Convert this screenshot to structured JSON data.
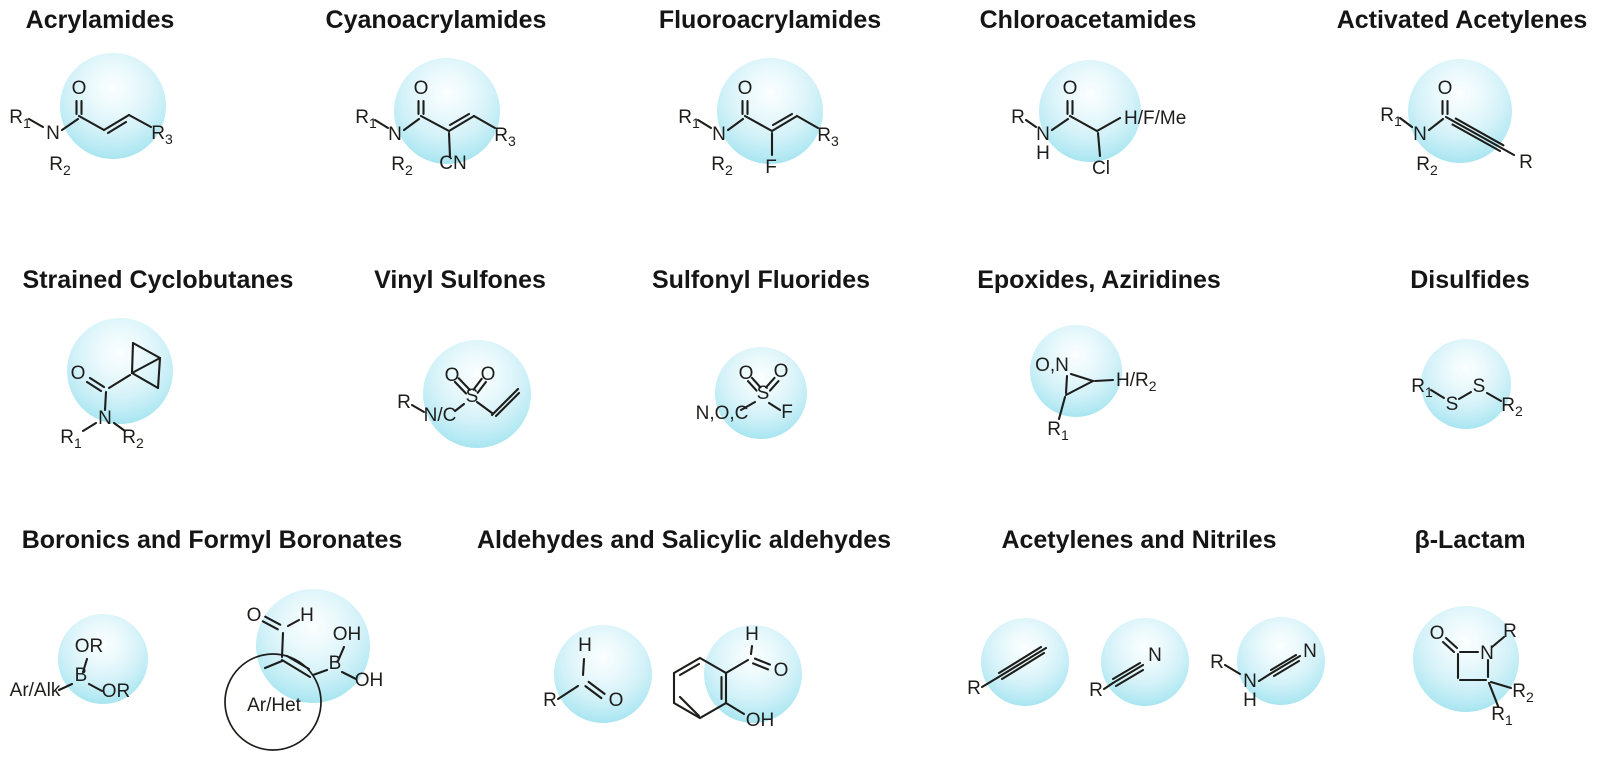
{
  "figure": {
    "background": "#ffffff",
    "sphere_colors": {
      "highlight": "#fbfeff",
      "mid": "#d2f1f8",
      "edge": "#9ce1ee"
    },
    "bond_color": "#1d1d1b"
  },
  "panels": [
    {
      "title": "Acrylamides",
      "labels": {
        "r1": "R",
        "r1_sub": "1",
        "n": "N",
        "r2": "R",
        "r2_sub": "2",
        "o": "O",
        "r3": "R",
        "r3_sub": "3"
      }
    },
    {
      "title": "Cyanoacrylamides",
      "labels": {
        "r1": "R",
        "r1_sub": "1",
        "n": "N",
        "r2": "R",
        "r2_sub": "2",
        "o": "O",
        "cn": "CN",
        "r3": "R",
        "r3_sub": "3"
      }
    },
    {
      "title": "Fluoroacrylamides",
      "labels": {
        "r1": "R",
        "r1_sub": "1",
        "n": "N",
        "r2": "R",
        "r2_sub": "2",
        "o": "O",
        "f": "F",
        "r3": "R",
        "r3_sub": "3"
      }
    },
    {
      "title": "Chloroacetamides",
      "labels": {
        "r": "R",
        "n": "N",
        "h": "H",
        "o": "O",
        "hfme": "H/F/Me",
        "cl": "Cl"
      }
    },
    {
      "title": "Activated Acetylenes",
      "labels": {
        "r1": "R",
        "r1_sub": "1",
        "n": "N",
        "r2": "R",
        "r2_sub": "2",
        "o": "O",
        "r": "R"
      }
    },
    {
      "title": "Strained Cyclobutanes",
      "labels": {
        "o": "O",
        "n": "N",
        "r1": "R",
        "r1_sub": "1",
        "r2": "R",
        "r2_sub": "2"
      }
    },
    {
      "title": "Vinyl Sulfones",
      "labels": {
        "r": "R",
        "nc": "N/C",
        "s": "S",
        "o_left": "O",
        "o_right": "O"
      }
    },
    {
      "title": "Sulfonyl Fluorides",
      "labels": {
        "noc": "N,O,C",
        "s": "S",
        "o_left": "O",
        "o_right": "O",
        "f": "F"
      }
    },
    {
      "title": "Epoxides, Aziridines",
      "labels": {
        "on": "O,N",
        "hr2": "H/R",
        "hr2_sub": "2",
        "r1": "R",
        "r1_sub": "1"
      }
    },
    {
      "title": "Disulfides",
      "labels": {
        "r1": "R",
        "r1_sub": "1",
        "s1": "S",
        "s2": "S",
        "r2": "R",
        "r2_sub": "2"
      }
    },
    {
      "title": "Boronics and Formyl Boronates",
      "labels": {
        "aralk": "Ar/Alk",
        "b": "B",
        "or_top": "OR",
        "or_bot": "OR",
        "o": "O",
        "h": "H",
        "oh_top": "OH",
        "b2": "B",
        "oh_bot": "OH",
        "arhet": "Ar/Het"
      }
    },
    {
      "title": "Aldehydes and Salicylic aldehydes",
      "labels": {
        "r": "R",
        "h": "H",
        "o": "O",
        "h2": "H",
        "o2": "O",
        "oh": "OH"
      }
    },
    {
      "title": "Acetylenes and Nitriles",
      "labels": {
        "r_a": "R",
        "r_b": "R",
        "n_b": "N",
        "r_c": "R",
        "n_c": "N",
        "h_c": "H",
        "n_c2": "N"
      }
    },
    {
      "title": "β-Lactam",
      "labels": {
        "o": "O",
        "n": "N",
        "r": "R",
        "r2": "R",
        "r2_sub": "2",
        "r1": "R",
        "r1_sub": "1"
      }
    }
  ]
}
